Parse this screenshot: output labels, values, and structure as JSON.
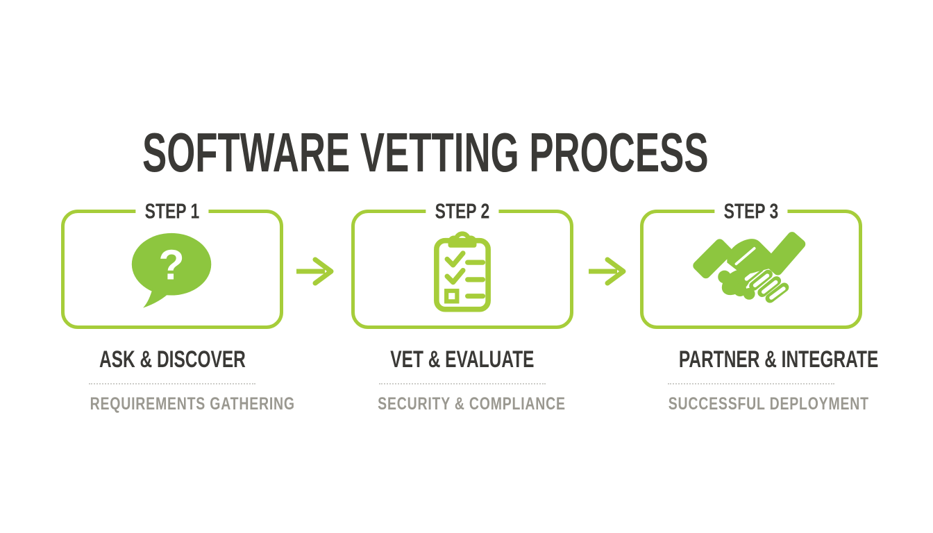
{
  "title": "SOFTWARE VETTING PROCESS",
  "colors": {
    "green_icon": "#8dc63f",
    "green_outline": "#a6cd3a",
    "title_color": "#3a3936",
    "subtitle_color": "#9a9890",
    "divider_color": "#ccccc8",
    "background": "#ffffff"
  },
  "steps": [
    {
      "step_label": "STEP 1",
      "icon": "question-speech-bubble-icon",
      "icon_glyph": "?",
      "title": "ASK & DISCOVER",
      "subtitle": "REQUIREMENTS GATHERING"
    },
    {
      "step_label": "STEP 2",
      "icon": "checklist-clipboard-icon",
      "title": "VET & EVALUATE",
      "subtitle": "SECURITY & COMPLIANCE"
    },
    {
      "step_label": "STEP 3",
      "icon": "handshake-icon",
      "title": "PARTNER & INTEGRATE",
      "subtitle": "SUCCESSFUL DEPLOYMENT"
    }
  ],
  "arrows": [
    {
      "icon": "arrow-right-icon"
    },
    {
      "icon": "arrow-right-icon"
    }
  ]
}
